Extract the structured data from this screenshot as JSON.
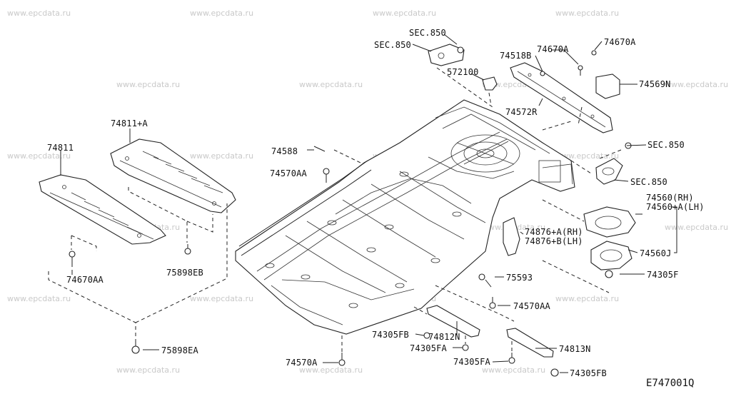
{
  "watermark": "www.epcdata.ru",
  "diagram_code": "E747001Q",
  "labels": {
    "sec850_a": "SEC.850",
    "sec850_b": "SEC.850",
    "sec850_c": "SEC.850",
    "sec850_d": "SEC.850",
    "p74670A_a": "74670A",
    "p74670A_b": "74670A",
    "p74518B": "74518B",
    "p572100": "572100",
    "p74569N": "74569N",
    "p74572R": "74572R",
    "p74811A": "74811+A",
    "p74811": "74811",
    "p74588": "74588",
    "p74570AA_a": "74570AA",
    "p74670AA": "74670AA",
    "p75898EB": "75898EB",
    "p75898EA": "75898EA",
    "p74560RH": "74560(RH)",
    "p74560LH": "74560+A(LH)",
    "p74876RH": "74876+A(RH)",
    "p74876LH": "74876+B(LH)",
    "p74560J": "74560J",
    "p74305F": "74305F",
    "p75593": "75593",
    "p74570AA_b": "74570AA",
    "p74305FB_a": "74305FB",
    "p74812N": "74812N",
    "p74305FA_a": "74305FA",
    "p74570A": "74570A",
    "p74305FA_b": "74305FA",
    "p74813N": "74813N",
    "p74305FB_b": "74305FB"
  }
}
